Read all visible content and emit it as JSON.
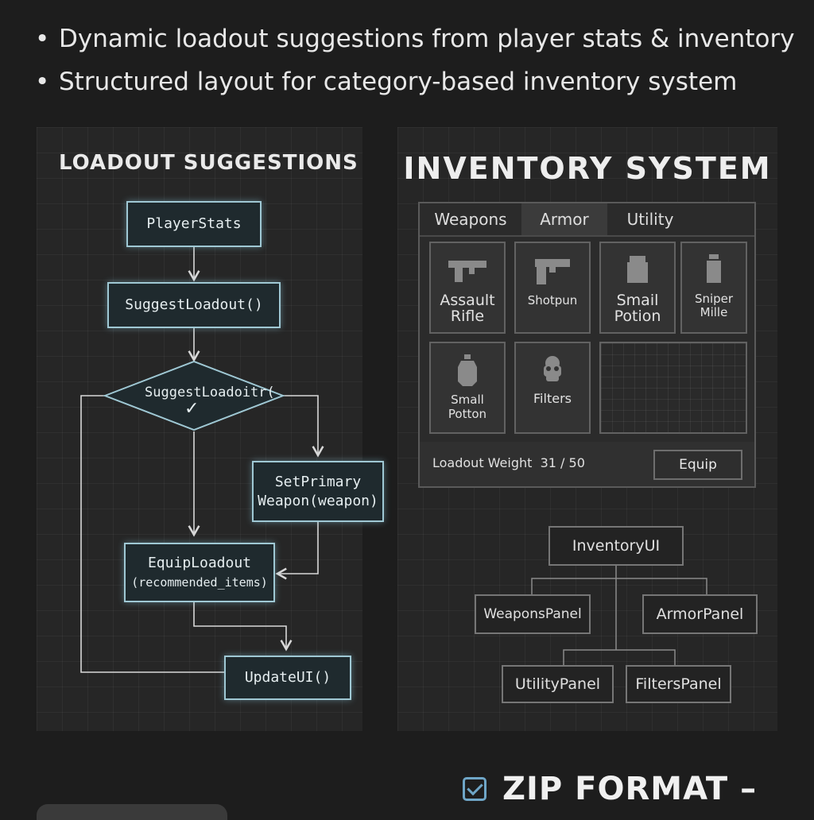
{
  "bullets": [
    "Dynamic loadout suggestions from player stats & inventory",
    "Structured layout for category-based inventory system"
  ],
  "bullet_symbol": "•",
  "left_panel": {
    "title": "LOADOUT SUGGESTIONS",
    "nodes": {
      "player_stats": "PlayerStats",
      "suggest_loadout": "SuggestLoadout()",
      "decision": "SuggestLoadoitr(",
      "set_primary_line1": "SetPrimary",
      "set_primary_line2": "Weapon(weapon)",
      "equip_line1": "EquipLoadout",
      "equip_line2": "(recommended_items)",
      "update_ui": "UpdateUI()"
    },
    "decision_icon": "check-icon",
    "accent_color": "#9fc8d4"
  },
  "right_panel": {
    "title": "INVENTORY SYSTEM",
    "tabs": [
      "Weapons",
      "Armor",
      "Utility"
    ],
    "active_tab": "Armor",
    "items": [
      {
        "label_lines": [
          "Assault",
          "Rifle"
        ],
        "icon": "rifle-icon"
      },
      {
        "label_lines": [
          "Shotpun"
        ],
        "icon": "shotgun-icon"
      },
      {
        "label_lines": [
          "Smail",
          "Potion"
        ],
        "icon": "potion-icon"
      },
      {
        "label_lines": [
          "Sniper",
          "Mille"
        ],
        "icon": "sniper-icon"
      },
      {
        "label_lines": [
          "Small",
          "Potton"
        ],
        "icon": "small-potion-icon"
      },
      {
        "label_lines": [
          "Filters"
        ],
        "icon": "filter-mask-icon"
      }
    ],
    "weight_label": "Loadout Weight",
    "weight_value": "31 / 50",
    "weight_current": 31,
    "weight_max": 50,
    "equip_label": "Equip",
    "tree": {
      "root": "InventoryUI",
      "children": [
        "WeaponsPanel",
        "ArmorPanel",
        "UtilityPanel",
        "FiltersPanel"
      ]
    }
  },
  "bottom_heading": "ZIP FORMAT –",
  "bottom_icon": "checkbox-icon"
}
